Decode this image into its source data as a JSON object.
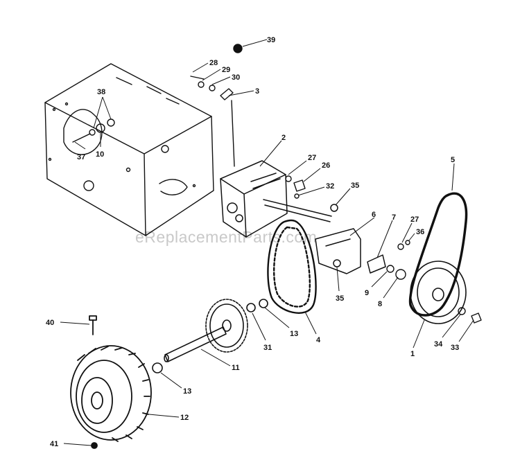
{
  "watermark": "eReplacementParts.com",
  "colors": {
    "ink": "#111111",
    "watermark": "#c9c9c9",
    "background": "#ffffff"
  },
  "callouts": {
    "c39": "39",
    "c28": "28",
    "c29": "29",
    "c30": "30",
    "c3": "3",
    "c38": "38",
    "c37": "37",
    "c10": "10",
    "c2": "2",
    "c27a": "27",
    "c26": "26",
    "c32": "32",
    "c35a": "35",
    "c5": "5",
    "c6": "6",
    "c7": "7",
    "c27b": "27",
    "c36": "36",
    "c9": "9",
    "c8": "8",
    "c35b": "35",
    "c40": "40",
    "c13a": "13",
    "c31": "31",
    "c4": "4",
    "c34": "34",
    "c33": "33",
    "c1": "1",
    "c11": "11",
    "c13b": "13",
    "c12": "12",
    "c41": "41"
  }
}
